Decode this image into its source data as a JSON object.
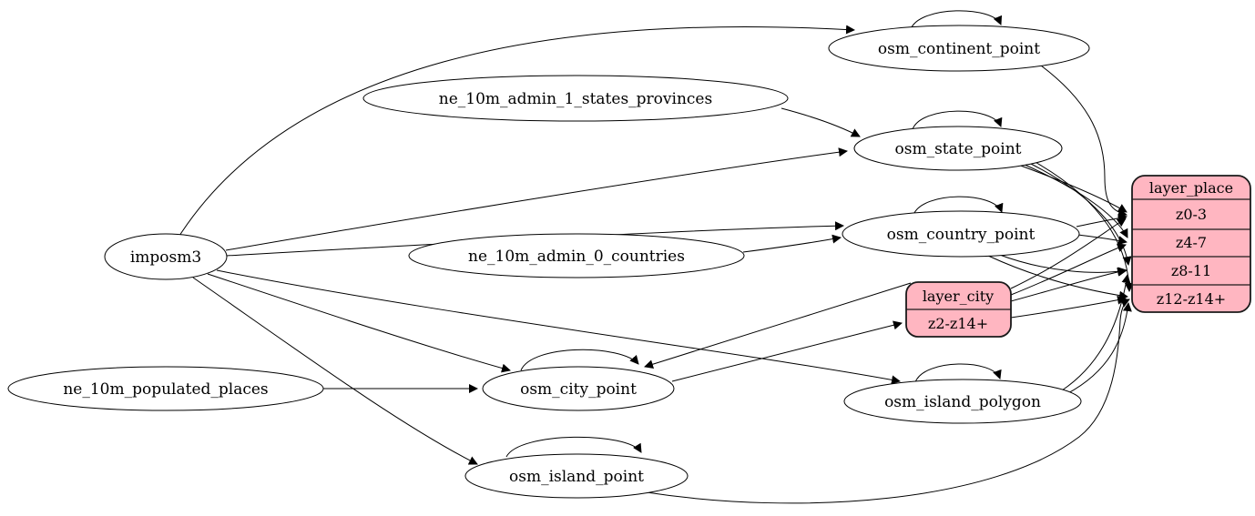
{
  "diagram": {
    "type": "etl-dependency-graph",
    "colors": {
      "background": "#ffffff",
      "node_fill": "#ffffff",
      "record_fill": "#ffb6c1",
      "stroke": "#000000"
    },
    "nodes": {
      "imposm3": {
        "label": "imposm3"
      },
      "ne_10m_admin_1_states_provinces": {
        "label": "ne_10m_admin_1_states_provinces"
      },
      "ne_10m_admin_0_countries": {
        "label": "ne_10m_admin_0_countries"
      },
      "ne_10m_populated_places": {
        "label": "ne_10m_populated_places"
      },
      "osm_continent_point": {
        "label": "osm_continent_point"
      },
      "osm_state_point": {
        "label": "osm_state_point"
      },
      "osm_country_point": {
        "label": "osm_country_point"
      },
      "osm_city_point": {
        "label": "osm_city_point"
      },
      "osm_island_polygon": {
        "label": "osm_island_polygon"
      },
      "osm_island_point": {
        "label": "osm_island_point"
      }
    },
    "records": {
      "layer_city": {
        "title": "layer_city",
        "rows": [
          "z2-z14+"
        ]
      },
      "layer_place": {
        "title": "layer_place",
        "rows": [
          "z0-3",
          "z4-7",
          "z8-11",
          "z12-z14+"
        ]
      }
    },
    "edges": [
      {
        "from": "imposm3",
        "to": "osm_continent_point"
      },
      {
        "from": "imposm3",
        "to": "osm_state_point"
      },
      {
        "from": "imposm3",
        "to": "osm_country_point"
      },
      {
        "from": "imposm3",
        "to": "osm_city_point"
      },
      {
        "from": "imposm3",
        "to": "osm_island_polygon"
      },
      {
        "from": "imposm3",
        "to": "osm_island_point"
      },
      {
        "from": "ne_10m_admin_1_states_provinces",
        "to": "osm_state_point"
      },
      {
        "from": "ne_10m_admin_0_countries",
        "to": "osm_country_point"
      },
      {
        "from": "ne_10m_populated_places",
        "to": "osm_city_point"
      },
      {
        "from": "osm_continent_point",
        "to": "osm_continent_point"
      },
      {
        "from": "osm_state_point",
        "to": "osm_state_point"
      },
      {
        "from": "osm_country_point",
        "to": "osm_country_point"
      },
      {
        "from": "osm_city_point",
        "to": "osm_city_point"
      },
      {
        "from": "osm_island_polygon",
        "to": "osm_island_polygon"
      },
      {
        "from": "osm_island_point",
        "to": "osm_island_point"
      },
      {
        "from": "osm_city_point",
        "to": "layer_city:z2-z14+"
      },
      {
        "from": "layer_city",
        "to": "osm_city_point"
      },
      {
        "from": "osm_continent_point",
        "to": "layer_place:z0-3"
      },
      {
        "from": "osm_state_point",
        "to": "layer_place:z0-3"
      },
      {
        "from": "osm_state_point",
        "to": "layer_place:z4-7"
      },
      {
        "from": "osm_state_point",
        "to": "layer_place:z8-11"
      },
      {
        "from": "osm_state_point",
        "to": "layer_place:z12-z14+"
      },
      {
        "from": "osm_country_point",
        "to": "layer_place:z0-3"
      },
      {
        "from": "osm_country_point",
        "to": "layer_place:z4-7"
      },
      {
        "from": "osm_country_point",
        "to": "layer_place:z8-11"
      },
      {
        "from": "osm_country_point",
        "to": "layer_place:z12-z14+"
      },
      {
        "from": "layer_city",
        "to": "layer_place:z0-3"
      },
      {
        "from": "layer_city",
        "to": "layer_place:z4-7"
      },
      {
        "from": "layer_city",
        "to": "layer_place:z8-11"
      },
      {
        "from": "layer_city",
        "to": "layer_place:z12-z14+"
      },
      {
        "from": "osm_island_polygon",
        "to": "layer_place:z8-11"
      },
      {
        "from": "osm_island_polygon",
        "to": "layer_place:z12-z14+"
      },
      {
        "from": "osm_island_point",
        "to": "layer_place:z12-z14+"
      }
    ]
  }
}
